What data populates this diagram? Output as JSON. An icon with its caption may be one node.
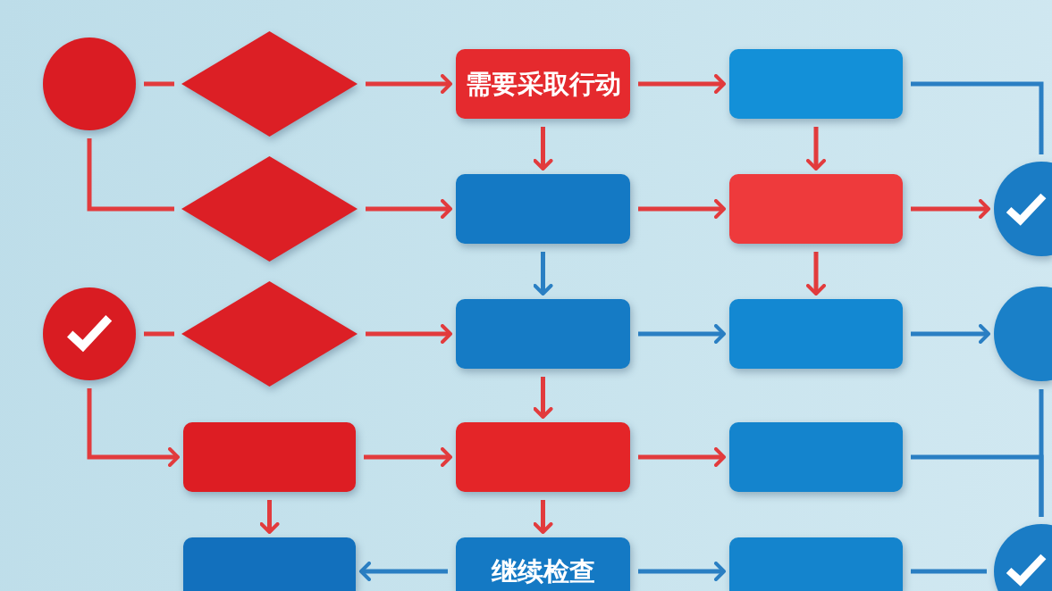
{
  "diagram": {
    "nodes": [
      {
        "text": [],
        "shape": "circle"
      },
      {
        "text": [],
        "shape": "diamond"
      },
      {
        "text": [
          "需要采取行动"
        ]
      },
      {
        "text": [],
        "shape": "box"
      },
      {
        "text": [],
        "shape": "diamond"
      },
      {
        "text": [],
        "shape": "box"
      },
      {
        "text": [],
        "shape": "box"
      },
      {
        "text": [],
        "shape": "circle"
      },
      {
        "text": [],
        "shape": "circle"
      },
      {
        "text": [],
        "shape": "diamond"
      },
      {
        "text": [],
        "shape": "box"
      },
      {
        "text": [],
        "shape": "box"
      },
      {
        "text": [],
        "shape": "circle"
      },
      {
        "text": [],
        "shape": "box"
      },
      {
        "text": [],
        "shape": "box"
      },
      {
        "text": [],
        "shape": "box"
      },
      {
        "text": [],
        "shape": "box"
      },
      {
        "text": [
          "继续检查"
        ]
      },
      {
        "text": [],
        "shape": "box"
      },
      {
        "text": [],
        "shape": "circle"
      }
    ],
    "edges": [
      {
        "from": 0,
        "to": 1,
        "arrow": "none"
      },
      {
        "from": 1,
        "to": 2,
        "arrow": "to"
      },
      {
        "from": 2,
        "to": 3,
        "arrow": "to"
      },
      {
        "from": 3,
        "to": 7,
        "arrow": "none",
        "color": "#2a7fc3"
      },
      {
        "from": 0,
        "to": 4,
        "arrow": "none"
      },
      {
        "from": 2,
        "to": 5,
        "arrow": "to"
      },
      {
        "from": 3,
        "to": 6,
        "arrow": "to"
      },
      {
        "from": 4,
        "to": 5,
        "arrow": "to"
      },
      {
        "from": 5,
        "to": 6,
        "arrow": "to"
      },
      {
        "from": 6,
        "to": 7,
        "arrow": "to"
      },
      {
        "from": 5,
        "to": 10,
        "arrow": "to",
        "color": "#2a7fc3"
      },
      {
        "from": 6,
        "to": 11,
        "arrow": "to"
      },
      {
        "from": 8,
        "to": 9,
        "arrow": "none"
      },
      {
        "from": 9,
        "to": 10,
        "arrow": "to"
      },
      {
        "from": 10,
        "to": 11,
        "arrow": "to",
        "color": "#2a7fc3"
      },
      {
        "from": 11,
        "to": 12,
        "arrow": "to",
        "color": "#2a7fc3"
      },
      {
        "from": 8,
        "to": 13,
        "arrow": "to"
      },
      {
        "from": 10,
        "to": 14,
        "arrow": "to"
      },
      {
        "from": 12,
        "to": 19,
        "arrow": "none",
        "color": "#2a7fc3"
      },
      {
        "from": 13,
        "to": 14,
        "arrow": "to"
      },
      {
        "from": 14,
        "to": 15,
        "arrow": "to"
      },
      {
        "from": 15,
        "to": 19,
        "arrow": "none",
        "color": "#2a7fc3"
      },
      {
        "from": 13,
        "to": 16,
        "arrow": "to"
      },
      {
        "from": 14,
        "to": 17,
        "arrow": "to"
      },
      {
        "from": 17,
        "to": 16,
        "arrow": "to",
        "color": "#2a7fc3"
      },
      {
        "from": 17,
        "to": 18,
        "arrow": "to",
        "color": "#2a7fc3"
      },
      {
        "from": 18,
        "to": 19,
        "arrow": "none",
        "color": "#2a7fc3"
      }
    ]
  }
}
